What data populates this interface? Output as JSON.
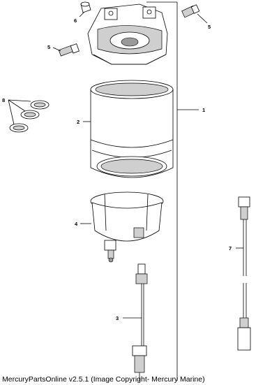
{
  "callouts": {
    "c1": "1",
    "c2": "2",
    "c3": "3",
    "c4": "4",
    "c5a": "5",
    "c5b": "5",
    "c6": "6",
    "c7": "7",
    "c8": "8"
  },
  "footer": "MercuryPartsOnline v2.5.1 (Image Copyright- Mercury Marine)"
}
